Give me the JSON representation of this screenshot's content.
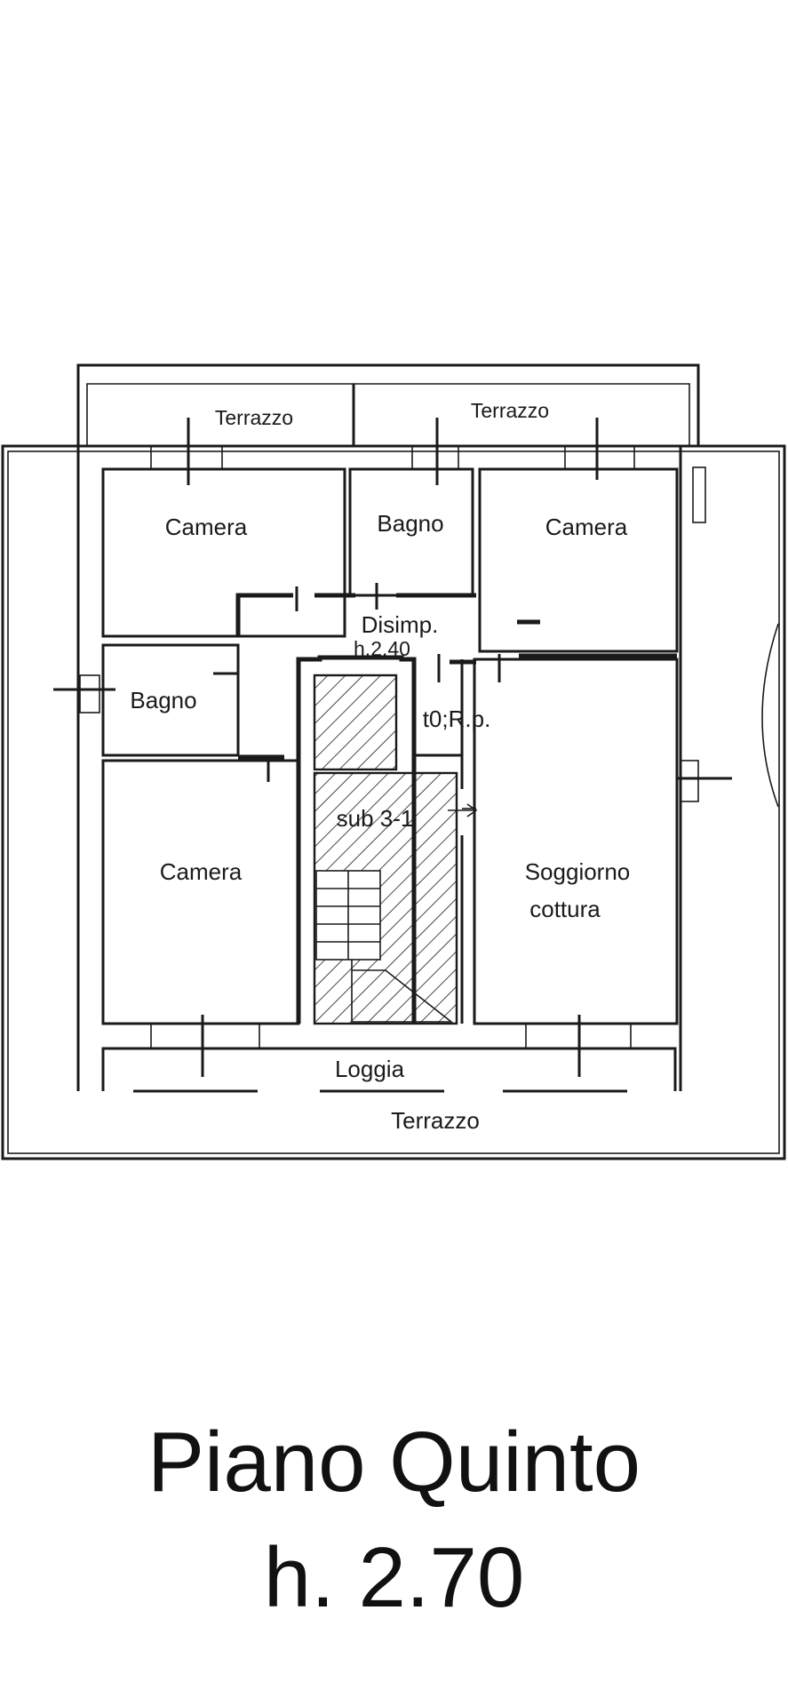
{
  "rooms": {
    "terrazzo_top_left": "Terrazzo",
    "terrazzo_top_right": "Terrazzo",
    "camera_top_left": "Camera",
    "bagno_top": "Bagno",
    "camera_top_right": "Camera",
    "disimp": "Disimp.",
    "disimp_height": "h.2.40",
    "bagno_left": "Bagno",
    "rp_label": "t0;R.p.",
    "sub": "sub 3-1",
    "camera_bottom_left": "Camera",
    "soggiorno": "Soggiorno",
    "cottura": "cottura",
    "loggia": "Loggia",
    "terrazzo_bottom": "Terrazzo"
  },
  "title": {
    "floor": "Piano Quinto",
    "height": "h. 2.70"
  }
}
